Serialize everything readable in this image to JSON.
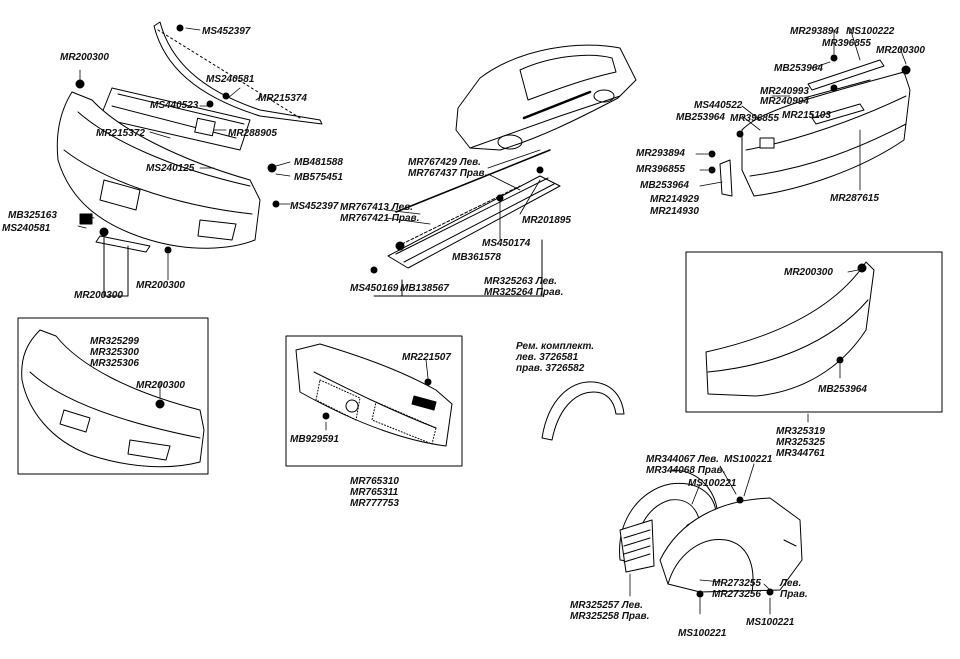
{
  "labels": {
    "ms452397_top": "MS452397",
    "mr200300_fl": "MR200300",
    "ms240581": "MS240581",
    "mr215374": "MR215374",
    "ms440523": "MS440523",
    "mr215372": "MR215372",
    "mr288905": "MR288905",
    "ms240125": "MS240125",
    "mb481588": "MB481588",
    "mb575451": "MB575451",
    "ms452397_mid": "MS452397",
    "mb325163": "MB325163",
    "ms240581_l": "MS240581",
    "mr200300_a": "MR200300",
    "mr200300_b": "MR200300",
    "mr767429": "MR767429 Лев.",
    "mr767437": "MR767437 Прав.",
    "mr767413": "MR767413 Лев.",
    "mr767421": "MR767421 Прав.",
    "mr201895": "MR201895",
    "mr450174": "MS450174",
    "mb361578": "MB361578",
    "ms450169": "MS450169",
    "mb138567": "MB138567",
    "mr325263": "MR325263 Лев.",
    "mr325264": "MR325264 Прав.",
    "mr293894_top": "MR293894",
    "ms100222": "MS100222",
    "mr396855_top": "MR396855",
    "mr200300_r": "MR200300",
    "mb253964_top": "MB253964",
    "mr240993": "MR240993",
    "mr240994": "MR240994",
    "ms440522": "MS440522",
    "mb253964_b": "MB253964",
    "mr396855_b": "MR396855",
    "mr215103": "MR215103",
    "mr293894_b": "MR293894",
    "mr396855_c": "MR396855",
    "mb253964_c": "MB253964",
    "mr214929": "MR214929",
    "mr214930": "MR214930",
    "mr287615": "MR287615",
    "mr200300_rb": "MR200300",
    "mb253964_rb": "MB253964",
    "mr221507": "MR221507",
    "mb929591": "MB929591",
    "mr200300_fb": "MR200300",
    "rem_line1": "Рем. комплект.",
    "rem_line2": "лев.   3726581",
    "rem_line3": "прав.  3726582",
    "mr344067": "MR344067 Лев.",
    "mr344068": "MR344068 Прав.",
    "ms100221_a": "MS100221",
    "ms100221_b": "MS100221",
    "mr273255": "MR273255",
    "mr273256": "MR273256",
    "lev": "Лев.",
    "prav": "Прав.",
    "mr325257": "MR325257 Лев.",
    "mr325258": "MR325258 Прав.",
    "ms100221_c": "MS100221",
    "ms100221_d": "MS100221"
  },
  "groups": {
    "front_bumper_alt": [
      "MR325299",
      "MR325300",
      "MR325306"
    ],
    "grille": [
      "MR765310",
      "MR765311",
      "MR777753"
    ],
    "rear_bumper_alt": [
      "MR325319",
      "MR325325",
      "MR344761"
    ]
  }
}
